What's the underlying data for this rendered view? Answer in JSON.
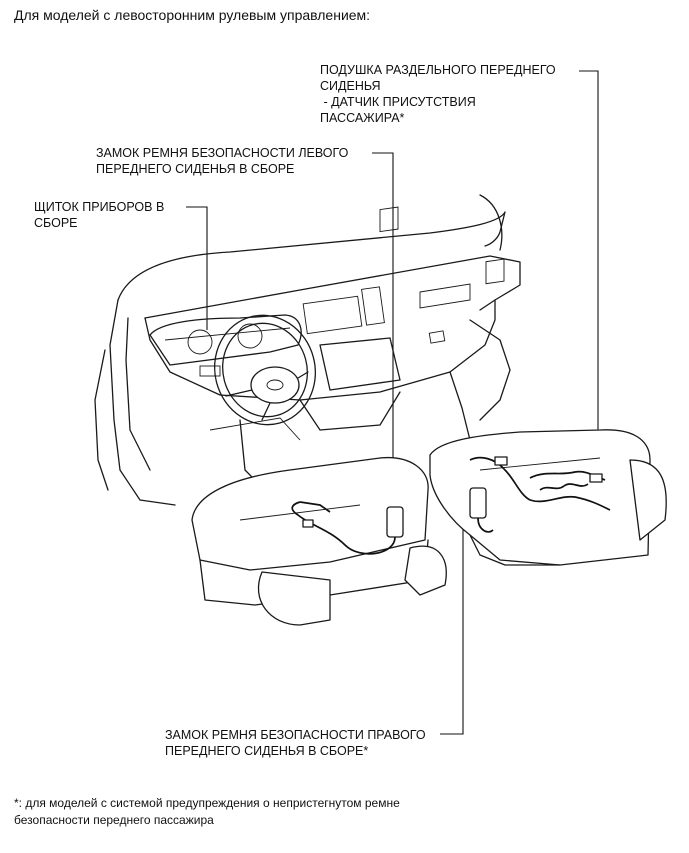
{
  "header": "Для моделей с левосторонним рулевым управлением:",
  "labels": {
    "occupant_sensor": [
      "ПОДУШКА РАЗДЕЛЬНОГО ПЕРЕДНЕГО",
      "СИДЕНЬЯ",
      " - ДАТЧИК ПРИСУТСТВИЯ",
      "ПАССАЖИРА*"
    ],
    "lh_buckle": [
      "ЗАМОК РЕМНЯ БЕЗОПАСНОСТИ ЛЕВОГО",
      "ПЕРЕДНЕГО СИДЕНЬЯ В СБОРЕ"
    ],
    "meter": [
      "ЩИТОК ПРИБОРОВ В",
      "СБОРЕ"
    ],
    "rh_buckle": [
      "ЗАМОК РЕМНЯ БЕЗОПАСНОСТИ ПРАВОГО",
      "ПЕРЕДНЕГО СИДЕНЬЯ В СБОРЕ*"
    ]
  },
  "footnote": [
    "*: для моделей с системой предупреждения о непристегнутом ремне",
    "безопасности переднего пассажира"
  ]
}
